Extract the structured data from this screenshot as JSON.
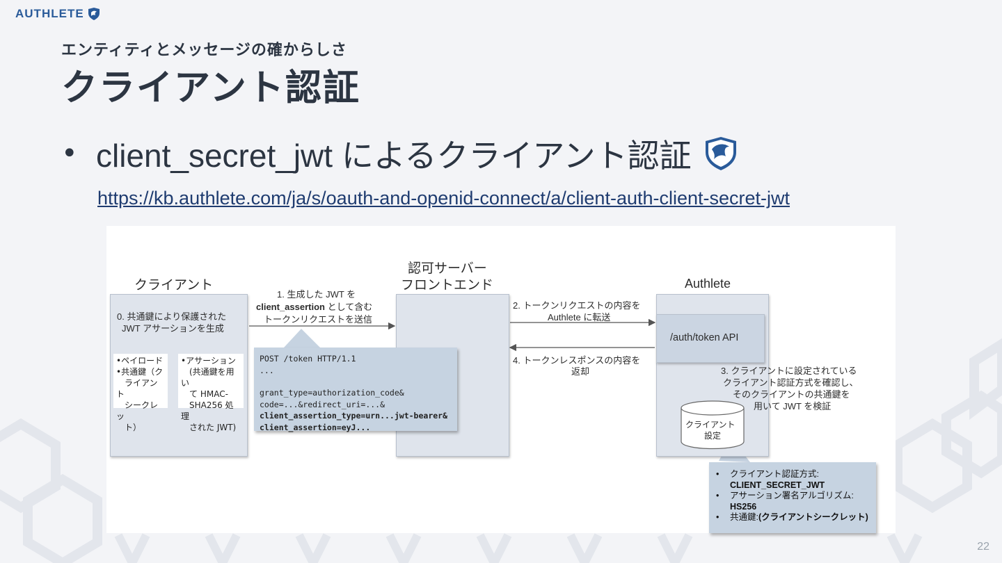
{
  "logo": {
    "text": "AUTHLETE"
  },
  "header": {
    "subtitle": "エンティティとメッセージの確からしさ",
    "title": "クライアント認証"
  },
  "bullet": {
    "marker": "•",
    "text": "client_secret_jwt によるクライアント認証"
  },
  "link": {
    "text": "https://kb.authlete.com/ja/s/oauth-and-openid-connect/a/client-auth-client-secret-jwt"
  },
  "diagram": {
    "client": {
      "title": "クライアント",
      "step0_line1": "0. 共通鍵により保護された",
      "step0_line2": "JWT アサーションを生成",
      "payload_lines": [
        "•ペイロード",
        "•共通鍵（ク",
        "　ライアント",
        "　シークレッ",
        "　ト）"
      ],
      "assertion_lines": [
        "•アサーション",
        "　(共通鍵を用い",
        "　て HMAC-",
        "　SHA256 処理",
        "　された JWT)"
      ]
    },
    "frontend": {
      "title_line1": "認可サーバー",
      "title_line2": "フロントエンド"
    },
    "authlete": {
      "title": "Authlete",
      "api_label": "/auth/token API",
      "db_line1": "クライアント",
      "db_line2": "設定"
    },
    "step1": {
      "line1": "1. 生成した JWT を",
      "line2_bold": "client_assertion",
      "line2_rest": " として含む",
      "line3": "トークンリクエストを送信"
    },
    "step2": {
      "line1": "2. トークンリクエストの内容を",
      "line2": "Authlete に転送"
    },
    "step3": {
      "line1": "3. クライアントに設定されている",
      "line2": "クライアント認証方式を確認し、",
      "line3": "そのクライアントの共通鍵を",
      "line4": "用いて JWT を検証"
    },
    "step4": {
      "line1": "4. トークンレスポンスの内容を",
      "line2": "返却"
    },
    "request_code": {
      "line1": "POST /token HTTP/1.1",
      "line2": "...",
      "line3": "grant_type=authorization_code&",
      "line4": "code=...&redirect_uri=...&",
      "line5": "client_assertion_type=urn...jwt-bearer&",
      "line6": "client_assertion=eyJ..."
    },
    "settings_callout": {
      "item1_label": "クライアント認証方式:",
      "item1_value": "CLIENT_SECRET_JWT",
      "item2_label": "アサーション署名アルゴリズム:",
      "item2_value": "HS256",
      "item3_label": "共通鍵: ",
      "item3_value": "(クライアントシークレット)",
      "marker": "•"
    }
  },
  "page_number": "22",
  "colors": {
    "brand_blue": "#2a5b9a",
    "box_fill": "#dfe4ec",
    "callout_fill": "#c6d3e1",
    "text_dark": "#2c3542"
  }
}
